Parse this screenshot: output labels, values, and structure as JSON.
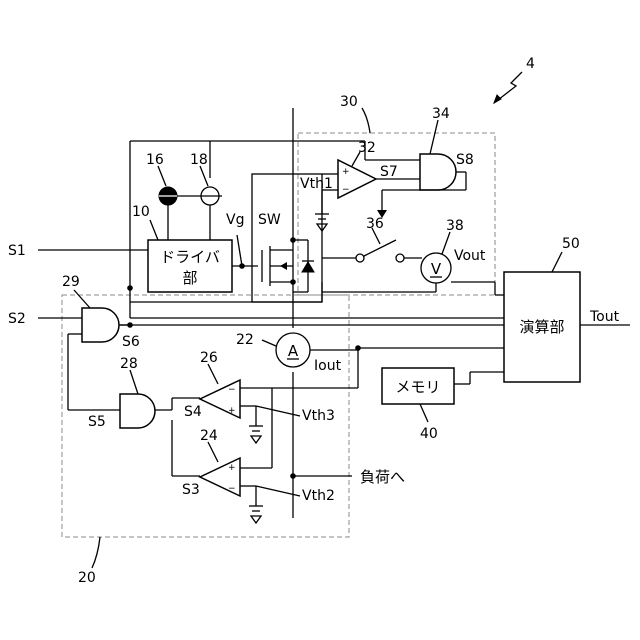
{
  "labels": {
    "system": "4",
    "block30": "30",
    "block20": "20",
    "driver_num": "10",
    "driver_line1": "ドライバ",
    "driver_line2": "部",
    "n16": "16",
    "n18": "18",
    "vg": "Vg",
    "sw": "SW",
    "s1": "S1",
    "s2": "S2",
    "n29": "29",
    "s6": "S6",
    "n32": "32",
    "n34": "34",
    "s7": "S7",
    "s8": "S8",
    "vth1": "Vth1",
    "n36": "36",
    "n38": "38",
    "vout": "Vout",
    "volt_symbol": "V",
    "n50": "50",
    "calc": "演算部",
    "tout": "Tout",
    "n22": "22",
    "amp_symbol": "A",
    "iout": "Iout",
    "n26": "26",
    "n28": "28",
    "s4": "S4",
    "s5": "S5",
    "vth3": "Vth3",
    "memory": "メモリ",
    "n40": "40",
    "n24": "24",
    "s3": "S3",
    "vth2": "Vth2",
    "load": "負荷へ",
    "plus": "+",
    "minus": "−"
  }
}
